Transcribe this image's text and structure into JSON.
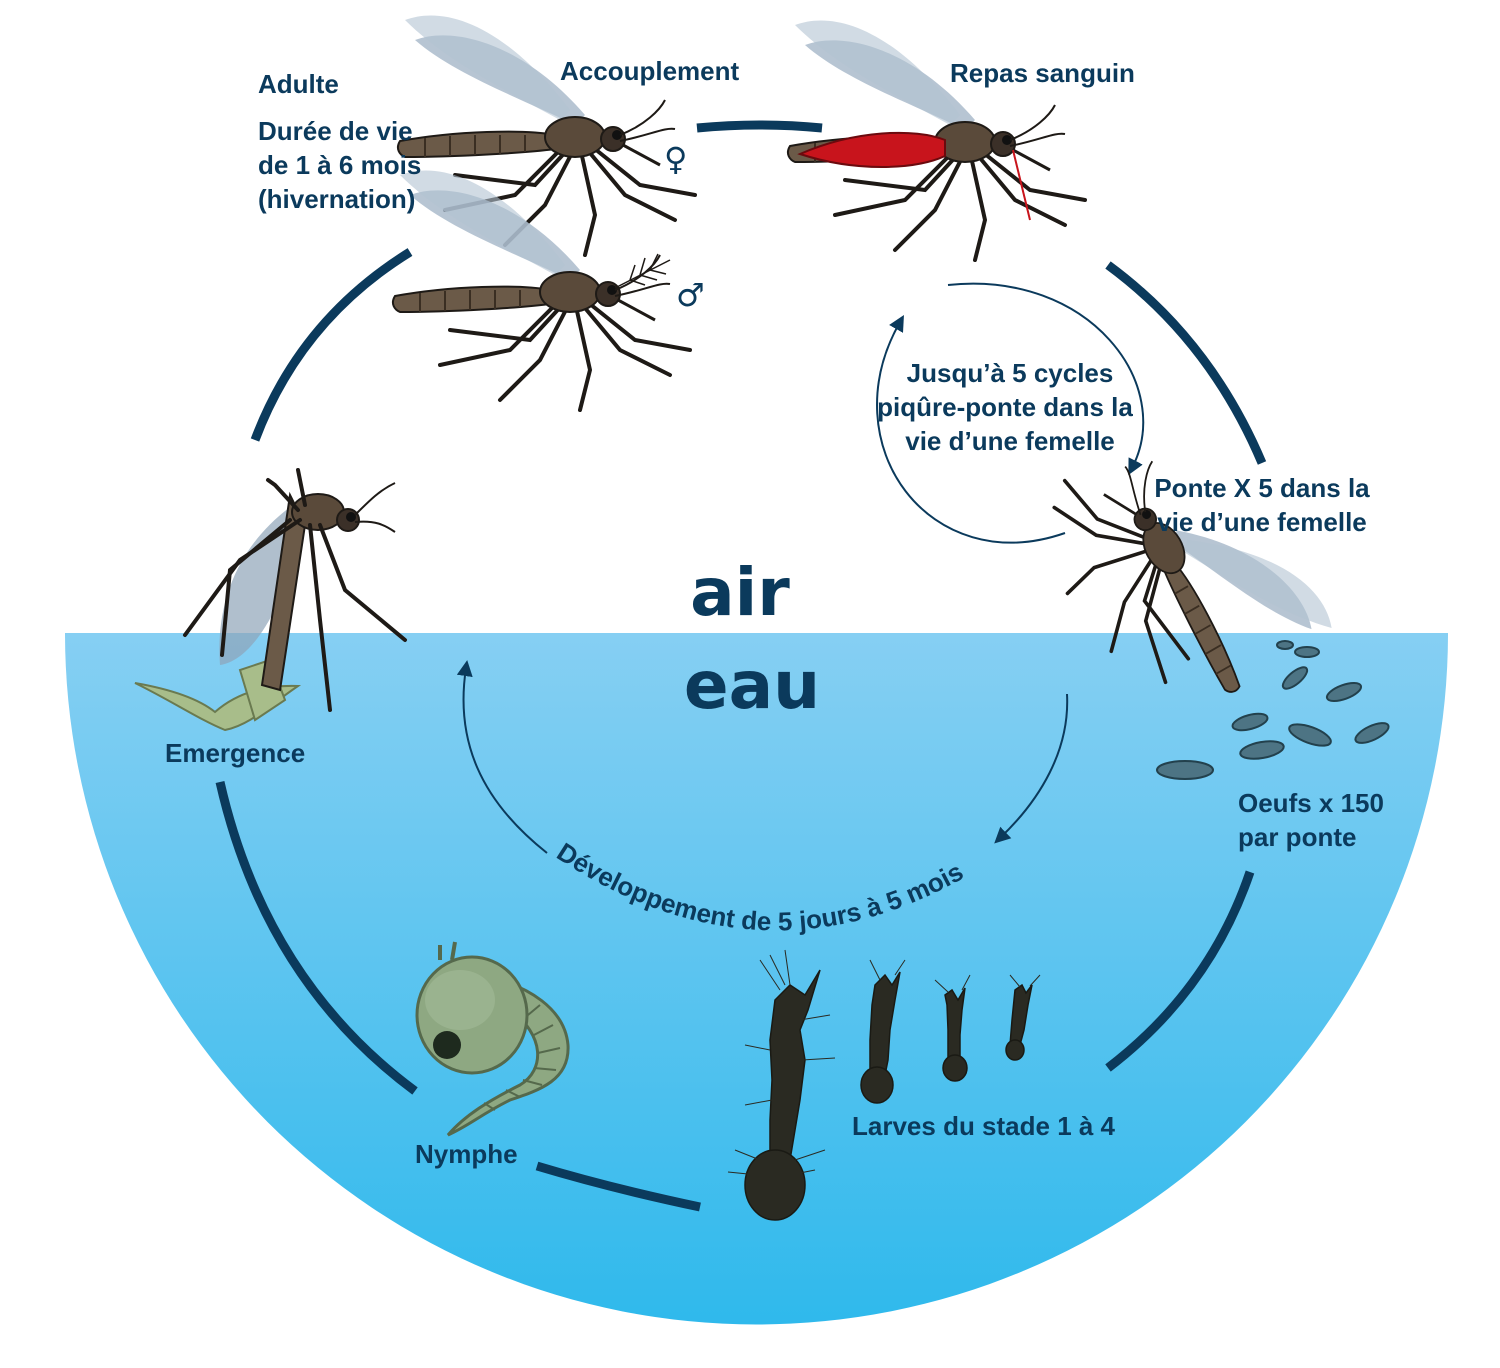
{
  "labels": {
    "adulte": "Adulte",
    "duree_1": "Durée de vie",
    "duree_2": "de 1 à 6 mois",
    "duree_3": "(hivernation)",
    "accouplement": "Accouplement",
    "repas": "Repas sanguin",
    "cycles_1": "Jusqu’à 5 cycles",
    "cycles_2": "piqûre-ponte dans la",
    "cycles_3": "vie d’une femelle",
    "ponte_1": "Ponte X 5 dans la",
    "ponte_2": "vie d’une femelle",
    "air": "air",
    "eau": "eau",
    "emergence": "Emergence",
    "oeufs_1": "Oeufs x 150",
    "oeufs_2": "par ponte",
    "developpement": "Développement de 5 jours à 5 mois",
    "larves": "Larves du stade 1 à 4",
    "nymphe": "Nymphe",
    "female_symbol": "♀",
    "male_symbol": "♂"
  },
  "colors": {
    "ink": "#0b3a5c",
    "water_top": "#86cff3",
    "water_bottom": "#2fb9ec",
    "blood": "#c8141c",
    "mosquito_body": "#5a4a3a",
    "wing": "#8fa4b8",
    "pupa": "#8ea882",
    "larva": "#2a2a22",
    "egg": "#4d7484"
  },
  "icons": [
    "mosquito-female-icon",
    "mosquito-male-icon",
    "mosquito-feeding-icon",
    "mosquito-laying-icon",
    "mosquito-emerging-icon",
    "egg-icon",
    "pupa-icon",
    "larva-icon"
  ]
}
